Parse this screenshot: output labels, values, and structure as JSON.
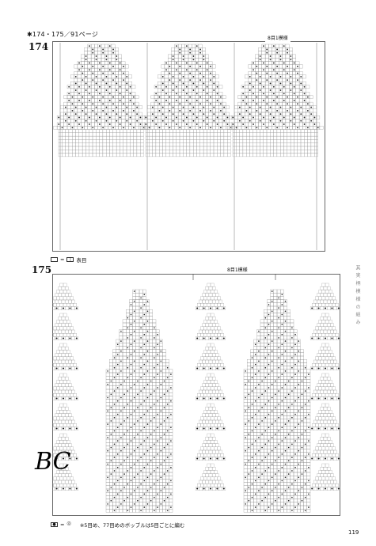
{
  "header": {
    "ref_text": "✱174・175／91ページ"
  },
  "chart_174": {
    "label": "174",
    "repeat_label": "8目1模様",
    "legend_text": "= ",
    "legend_meaning": "表目"
  },
  "chart_175": {
    "label": "175",
    "repeat_label": "8目1模様",
    "legend_text": "= ",
    "legend_note": "※5目め、77目めのボッブルは5目ごとに編む"
  },
  "side_text": "其 実 柄 模 様 の 組 み",
  "watermark": "BC",
  "page_number": "119"
}
